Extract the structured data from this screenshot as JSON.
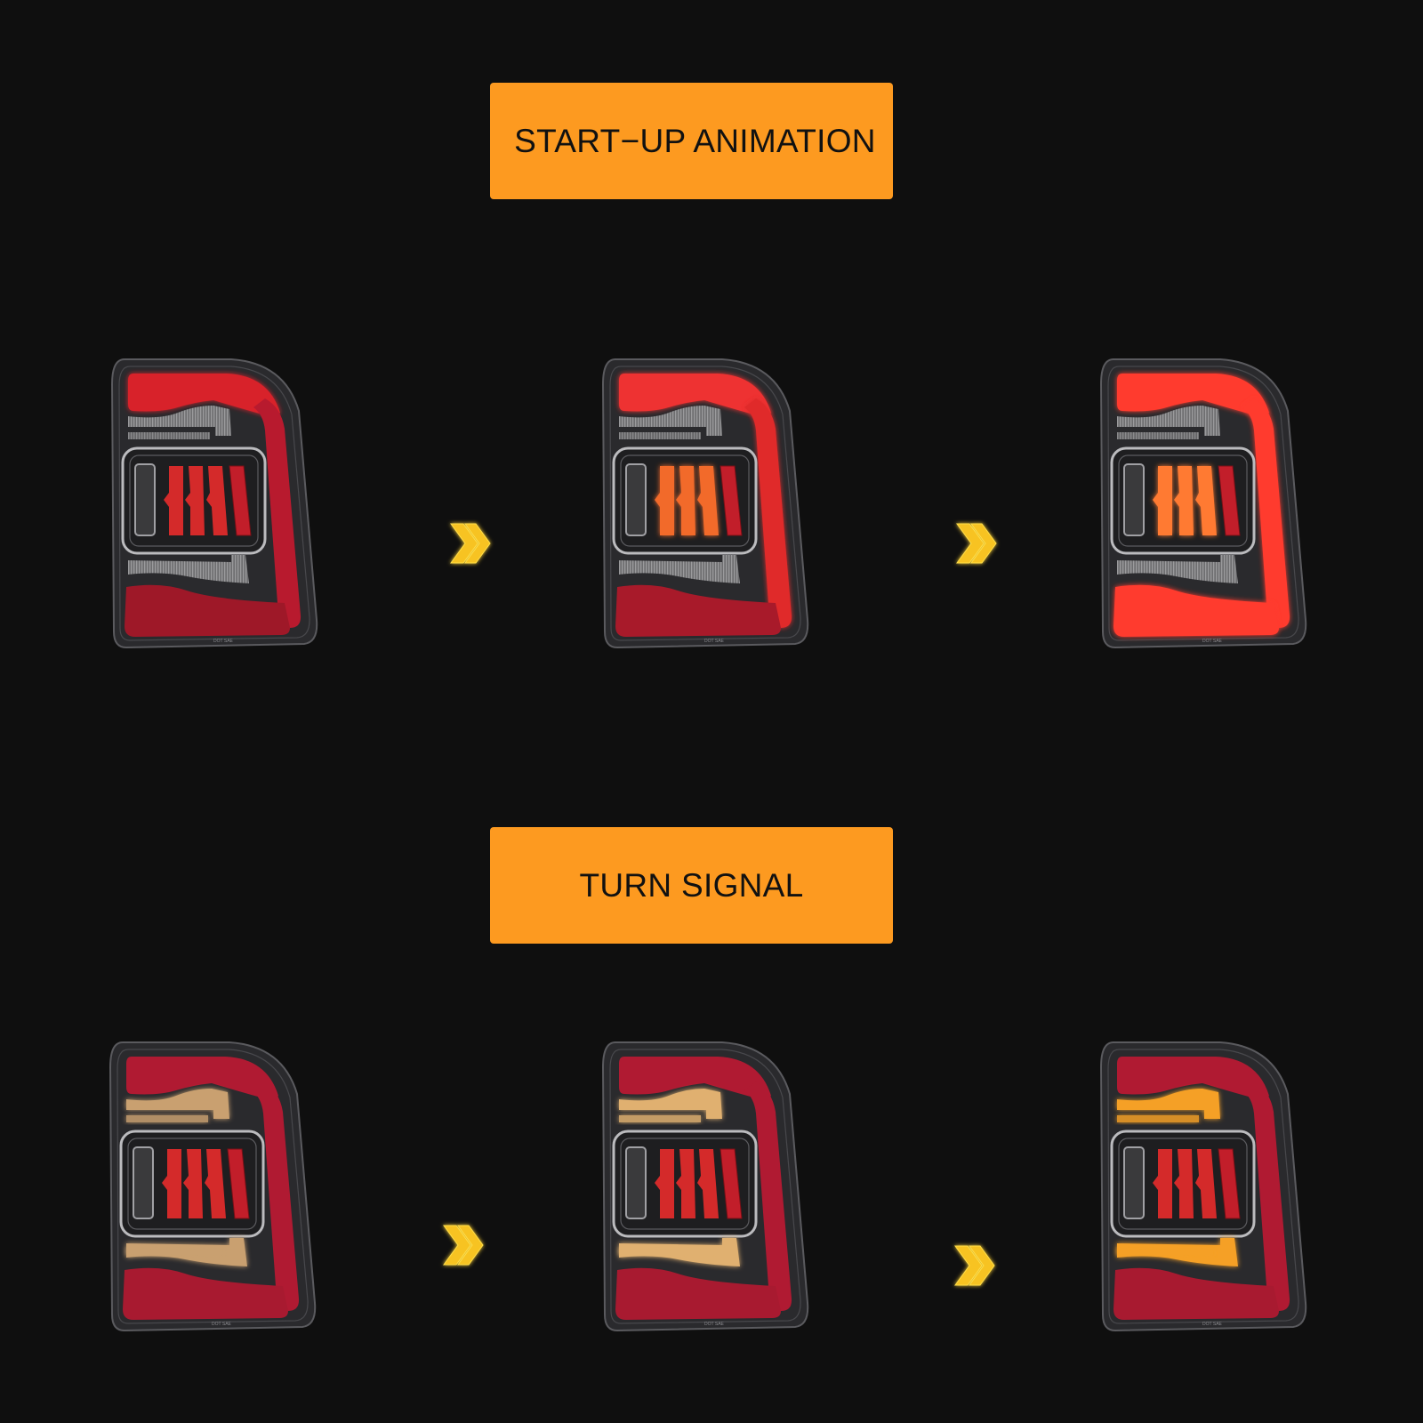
{
  "sections": [
    {
      "id": "startup",
      "title": "START−UP ANIMATION",
      "frames": [
        {
          "step": 1,
          "brake_top": "#d8202a",
          "brake_side": "#b81a2e",
          "brake_bottom": "#9e1828",
          "center_bars": "#d42a2a",
          "signal_top": "#7b7b7b",
          "signal_bottom": "#7b7b7b"
        },
        {
          "step": 2,
          "brake_top": "#ee3030",
          "brake_side": "#e02a2a",
          "brake_bottom": "#a81a2a",
          "center_bars": "#f26a2a",
          "signal_top": "#7b7b7b",
          "signal_bottom": "#7b7b7b"
        },
        {
          "step": 3,
          "brake_top": "#ff3a2e",
          "brake_side": "#ff3a2e",
          "brake_bottom": "#ff3a2e",
          "center_bars": "#ff7a30",
          "signal_top": "#7b7b7b",
          "signal_bottom": "#7b7b7b"
        }
      ]
    },
    {
      "id": "turn_signal",
      "title": "TURN SIGNAL",
      "frames": [
        {
          "step": 1,
          "brake_top": "#b01a32",
          "brake_side": "#b01a32",
          "brake_bottom": "#a81a30",
          "center_bars": "#d42a2a",
          "signal_top": "#c9a070",
          "signal_bottom": "#c9a070"
        },
        {
          "step": 2,
          "brake_top": "#b01a32",
          "brake_side": "#b01a32",
          "brake_bottom": "#a81a30",
          "center_bars": "#d42a2a",
          "signal_top": "#e0b070",
          "signal_bottom": "#e0b070"
        },
        {
          "step": 3,
          "brake_top": "#b01a32",
          "brake_side": "#b01a32",
          "brake_bottom": "#a81a30",
          "center_bars": "#d42a2a",
          "signal_top": "#f5a028",
          "signal_bottom": "#f5a028"
        }
      ]
    }
  ],
  "arrows": {
    "icon": "double-chevron-right",
    "color": "#f7c320",
    "glow": "#ffde4a"
  },
  "colors": {
    "background": "#0f0f0f",
    "label_bg": "#fd9a20",
    "label_text": "#111111",
    "housing": "#2a2a2d",
    "housing_edge": "#5a5a5e"
  },
  "lamp_markings": "DOT SAE"
}
